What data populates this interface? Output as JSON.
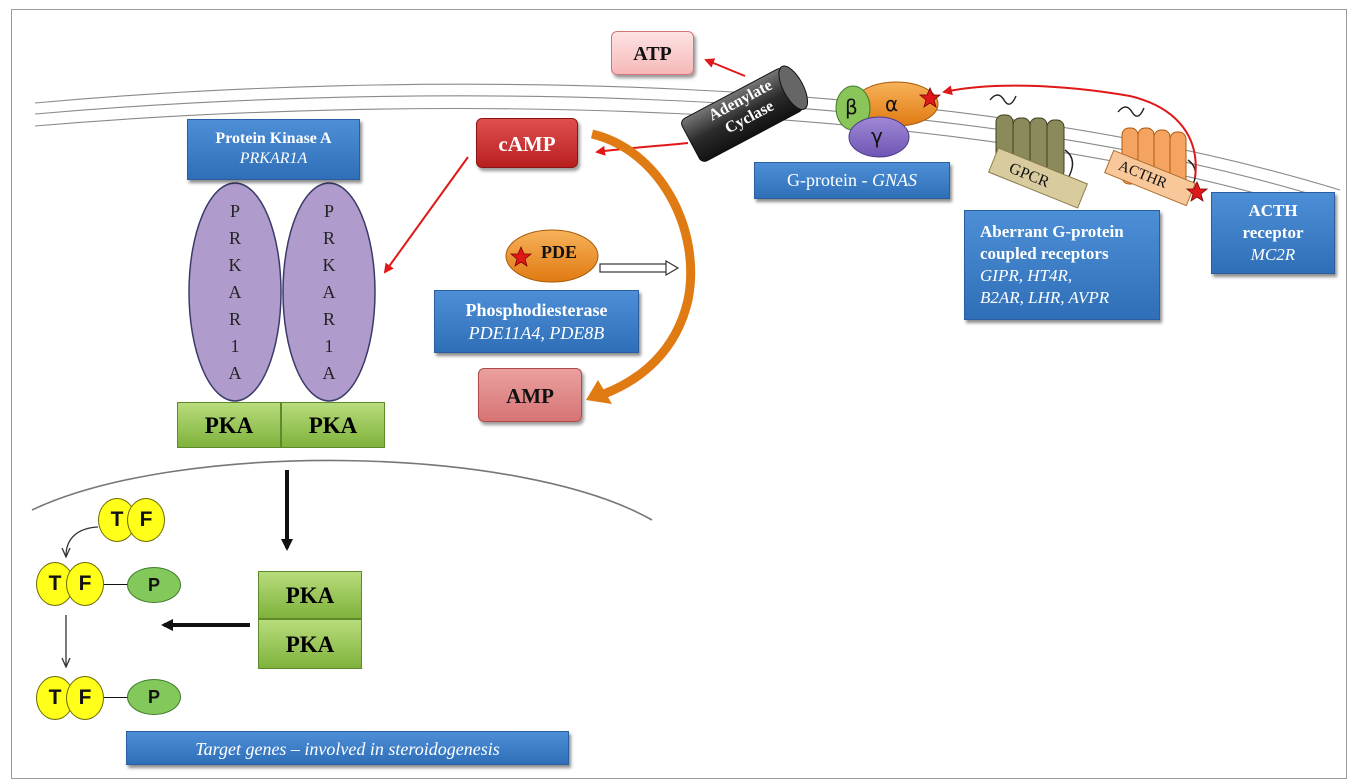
{
  "atp": {
    "label": "ATP"
  },
  "adenylate_cyclase": {
    "line1": "Adenylate",
    "line2": "Cyclase"
  },
  "camp": {
    "label": "cAMP"
  },
  "amp": {
    "label": "AMP"
  },
  "pde": {
    "label": "PDE"
  },
  "protein_kinase_a": {
    "title": "Protein Kinase A",
    "gene": "PRKAR1A"
  },
  "prkar1a_letters": [
    "P",
    "R",
    "K",
    "A",
    "R",
    "1",
    "A"
  ],
  "pka_label": "PKA",
  "phosphodiesterase": {
    "title": "Phosphodiesterase",
    "genes": "PDE11A4, PDE8B"
  },
  "g_protein": {
    "title": "G-protein -",
    "gene": "GNAS",
    "beta": "β",
    "alpha": "α",
    "gamma": "γ"
  },
  "gpcr": {
    "label": "GPCR"
  },
  "acthr": {
    "label": "ACTHR"
  },
  "aberrant": {
    "line1": "Aberrant G-protein",
    "line2": "coupled receptors",
    "line3": "GIPR, HT4R,",
    "line4": "B2AR, LHR, AVPR"
  },
  "acth_receptor": {
    "line1": "ACTH",
    "line2": "receptor",
    "gene": "MC2R"
  },
  "tf": {
    "t": "T",
    "f": "F",
    "p": "P"
  },
  "target_genes": {
    "label": "Target genes – involved in steroidogenesis"
  },
  "colors": {
    "mutation_star": "#e01818",
    "arrow_red": "#e01818",
    "cycle_arrow": "#e07a12",
    "box_blue": "#3a7cc7",
    "pka_green": "#8dc04a",
    "prkar_purple": "#b09ccc"
  }
}
